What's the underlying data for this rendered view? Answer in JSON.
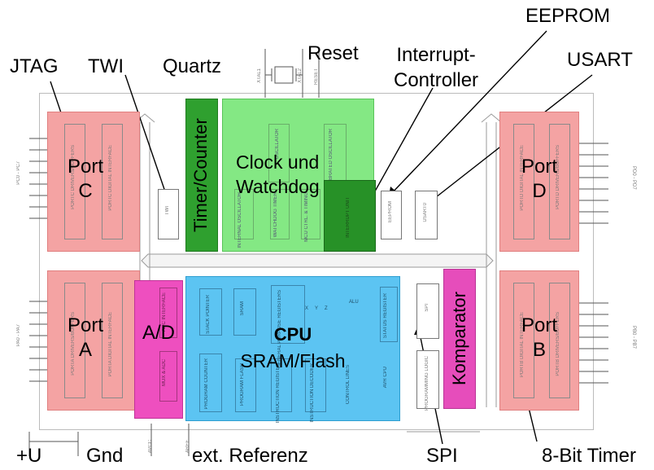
{
  "labels": {
    "jtag": "JTAG",
    "twi": "TWI",
    "quartz": "Quartz",
    "reset": "Reset",
    "interrupt_controller_line1": "Interrupt-",
    "interrupt_controller_line2": "Controller",
    "eeprom": "EEPROM",
    "usart": "USART",
    "plus_u": "+U",
    "gnd": "Gnd",
    "ext_referenz": "ext. Referenz",
    "spi": "SPI",
    "timer_8bit": "8-Bit Timer"
  },
  "blocks": {
    "port_c_line1": "Port",
    "port_c_line2": "C",
    "port_a_line1": "Port",
    "port_a_line2": "A",
    "port_d_line1": "Port",
    "port_d_line2": "D",
    "port_b_line1": "Port",
    "port_b_line2": "B",
    "timer_counter": "Timer/Counter",
    "clock_line1": "Clock und",
    "clock_line2": "Watchdog",
    "ad": "A/D",
    "cpu_line1": "CPU",
    "cpu_line2": "SRAM/Flash",
    "komparator": "Komparator"
  },
  "chip": {
    "twi": "TWI",
    "eeprom": "EEPROM",
    "usart": "USART0",
    "spi": "SPI",
    "pc_pins": "PC0 - PC7",
    "pa_pins": "PA0 - PA7",
    "pd_pins": "PD0 - PD7",
    "pb_pins": "PB0 - PB7",
    "xtal1": "XTAL1",
    "xtal2": "XTAL2",
    "reset": "RESET",
    "avcc": "AVCC",
    "aref": "AREF",
    "portc_drivers": "PORTC DRIVERS/BUFFERS",
    "portc_digital": "PORTC DIGITAL INTERFACE",
    "porta_drivers": "PORTA DRIVERS/BUFFERS",
    "porta_digital": "PORTA DIGITAL INTERFACE",
    "portd_drivers": "PORTD DRIVERS/BUFFERS",
    "portd_digital": "PORTD DIGITAL INTERFACE",
    "portb_drivers": "PORTB DRIVERS/BUFFERS",
    "portb_digital": "PORTB DIGITAL INTERFACE",
    "oscillator": "OSCILLATOR",
    "internal_cal_osc": "INTERNAL CALIBRATED OSCILLATOR",
    "internal_osc": "INTERNAL OSCILLATOR",
    "watchdog_timer": "WATCHDOG TIMER",
    "mcu_ctrl": "MCU CTRL. & TIMING",
    "interrupt_unit": "INTERRUPT UNIT",
    "stack_pointer": "STACK POINTER",
    "sram": "SRAM",
    "general_purpose_regs": "GENERAL PURPOSE REGISTERS",
    "x": "X",
    "y": "Y",
    "z": "Z",
    "alu": "ALU",
    "status_register": "STATUS REGISTER",
    "program_counter": "PROGRAM COUNTER",
    "program_flash": "PROGRAM FLASH",
    "instruction_register": "INSTRUCTION REGISTER",
    "instruction_decoder": "INSTRUCTION DECODER",
    "control_lines": "CONTROL LINES",
    "avr_cpu": "AVR CPU",
    "adc_interface": "ADC INTERFACE",
    "mux_adc": "MUX & ADC",
    "programming_logic": "PROGRAMMING LOGIC"
  },
  "colors": {
    "port_fill": "#f4a3a3",
    "port_border": "#e07f7f",
    "timer_fill": "#2fa02f",
    "clock_fill": "#84e884",
    "interrupt_fill": "#279127",
    "ad_fill": "#ee4fbf",
    "cpu_fill": "#5cc4f2",
    "komparator_fill": "#e64dbb"
  }
}
